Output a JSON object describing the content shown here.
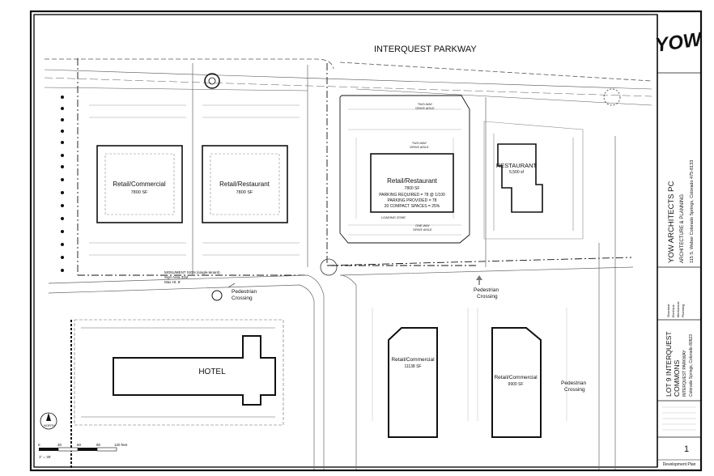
{
  "plan": {
    "road": "INTERQUEST  PARKWAY",
    "bldg_a_name": "Retail/Commercial",
    "bldg_a_area": "7800 SF",
    "bldg_b_name": "Retail/Restaurant",
    "bldg_b_area": "7800 SF",
    "bldg_c_name": "Retail/Restaurant",
    "bldg_c_area": "7800 SF",
    "bldg_c_note1": "PARKING REQUIRED = 78 @ 1/100",
    "bldg_c_note2": "PARKING PROVIDED = 78",
    "bldg_c_note3": "20 COMPACT SPACES = 25%",
    "loading_zone": "LOADING ZONE",
    "drive_aisle_1": "TWO-WAY",
    "drive_aisle_1b": "DRIVE AISLE",
    "drive_aisle_2": "TWO-WAY",
    "drive_aisle_2b": "DRIVE AISLE",
    "drive_aisle_3": "ONE-WAY",
    "drive_aisle_3b": "DRIVE AISLE",
    "bldg_d_name": "RESTAURANT",
    "bldg_d_area": "5,500 sf",
    "hotel": "HOTEL",
    "bldg_e_name": "Retail/Commercial",
    "bldg_e_area": "11138 SF",
    "bldg_f_name": "Retail/Commercial",
    "bldg_f_area": "9900 SF",
    "ped_1a": "Pedestrian",
    "ped_1b": "Crossing",
    "ped_2a": "Pedestrian",
    "ped_2b": "Crossing",
    "ped_3a": "Pedestrian",
    "ped_3b": "Crossing",
    "sign_1": "MONUMENT SIGN (single-tenant)",
    "sign_2": "Sign Area 32sf",
    "sign_3": "Max Ht. 8'",
    "north": "NORTH",
    "scale_ticks": [
      "0",
      "30",
      "60",
      "90",
      "120 feet"
    ],
    "scale_note": "1\" = 30'"
  },
  "title_block": {
    "logo": "YOW",
    "firm": "YOW ARCHITECTS PC",
    "firm_sub": "ARCHITECTURE & PLANNING",
    "address": "115 S. Weber    Colorado Springs, Colorado    475-8133",
    "consultants": [
      "Structural:",
      "Electrical:",
      "Mechanical:",
      "Plumbing:"
    ],
    "project_1": "LOT 9 INTERQUEST",
    "project_2": "COMMONS",
    "project_3": "INTERQUEST PARKWAY",
    "project_4": "Colorado Springs, Colorado 80923",
    "sheet_number": "1",
    "sheet_title": "Development Plan"
  },
  "colors": {
    "line": "#111111",
    "light": "#9a9a9a",
    "paper": "#ffffff"
  }
}
